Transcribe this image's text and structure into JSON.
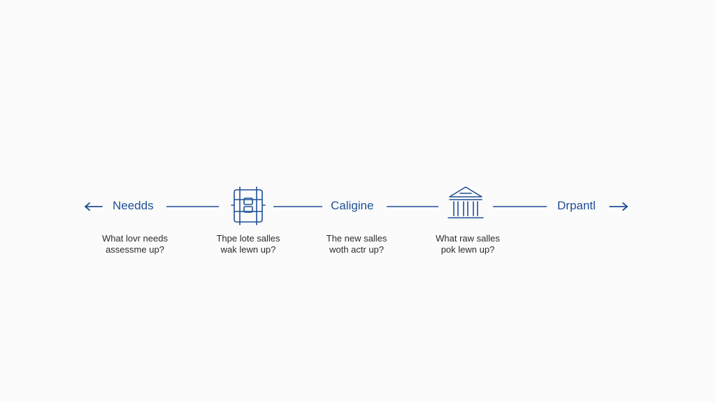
{
  "flow": {
    "stages": [
      {
        "label": "Needds"
      },
      {
        "label": "Caligine"
      },
      {
        "label": "Drpantl"
      }
    ],
    "icons": [
      "building-grid-icon",
      "bank-columns-icon"
    ],
    "captions": [
      {
        "line1": "What lovr needs",
        "line2": "assessme up?"
      },
      {
        "line1": "Thpe lote salles",
        "line2": "wak lewn up?"
      },
      {
        "line1": "The new salles",
        "line2": "woth actr up?"
      },
      {
        "line1": "What raw salles",
        "line2": "pok lewn up?"
      }
    ],
    "colors": {
      "accent": "#1f4f96",
      "text": "#2b2b2b",
      "background": "#fbfbfb"
    }
  }
}
